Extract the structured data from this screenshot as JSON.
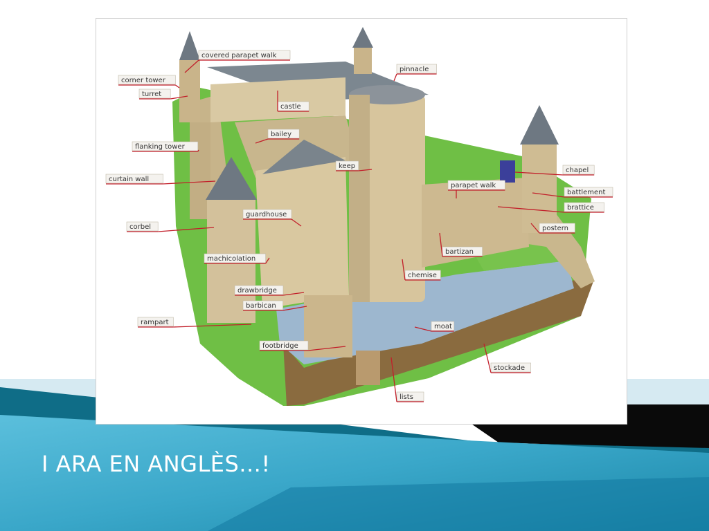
{
  "slide": {
    "title": "I ARA EN ANGLÈS...!",
    "colors": {
      "band_dark": "#0f6d87",
      "band_light": "#4eb6d6",
      "band_pale": "#cfe6ef",
      "title_text": "#ffffff",
      "label_line": "#c21f2a"
    }
  },
  "diagram": {
    "labels": [
      {
        "id": "covered-parapet-walk",
        "text": "covered parapet walk"
      },
      {
        "id": "corner-tower",
        "text": "corner tower"
      },
      {
        "id": "turret",
        "text": "turret"
      },
      {
        "id": "pinnacle",
        "text": "pinnacle"
      },
      {
        "id": "castle",
        "text": "castle"
      },
      {
        "id": "bailey",
        "text": "bailey"
      },
      {
        "id": "flanking-tower",
        "text": "flanking tower"
      },
      {
        "id": "keep",
        "text": "keep"
      },
      {
        "id": "curtain-wall",
        "text": "curtain wall"
      },
      {
        "id": "chapel",
        "text": "chapel"
      },
      {
        "id": "parapet-walk",
        "text": "parapet walk"
      },
      {
        "id": "battlement",
        "text": "battlement"
      },
      {
        "id": "brattice",
        "text": "brattice"
      },
      {
        "id": "guardhouse",
        "text": "guardhouse"
      },
      {
        "id": "postern",
        "text": "postern"
      },
      {
        "id": "corbel",
        "text": "corbel"
      },
      {
        "id": "bartizan",
        "text": "bartizan"
      },
      {
        "id": "machicolation",
        "text": "machicolation"
      },
      {
        "id": "chemise",
        "text": "chemise"
      },
      {
        "id": "drawbridge",
        "text": "drawbridge"
      },
      {
        "id": "barbican",
        "text": "barbican"
      },
      {
        "id": "moat",
        "text": "moat"
      },
      {
        "id": "rampart",
        "text": "rampart"
      },
      {
        "id": "footbridge",
        "text": "footbridge"
      },
      {
        "id": "stockade",
        "text": "stockade"
      },
      {
        "id": "lists",
        "text": "lists"
      }
    ]
  }
}
